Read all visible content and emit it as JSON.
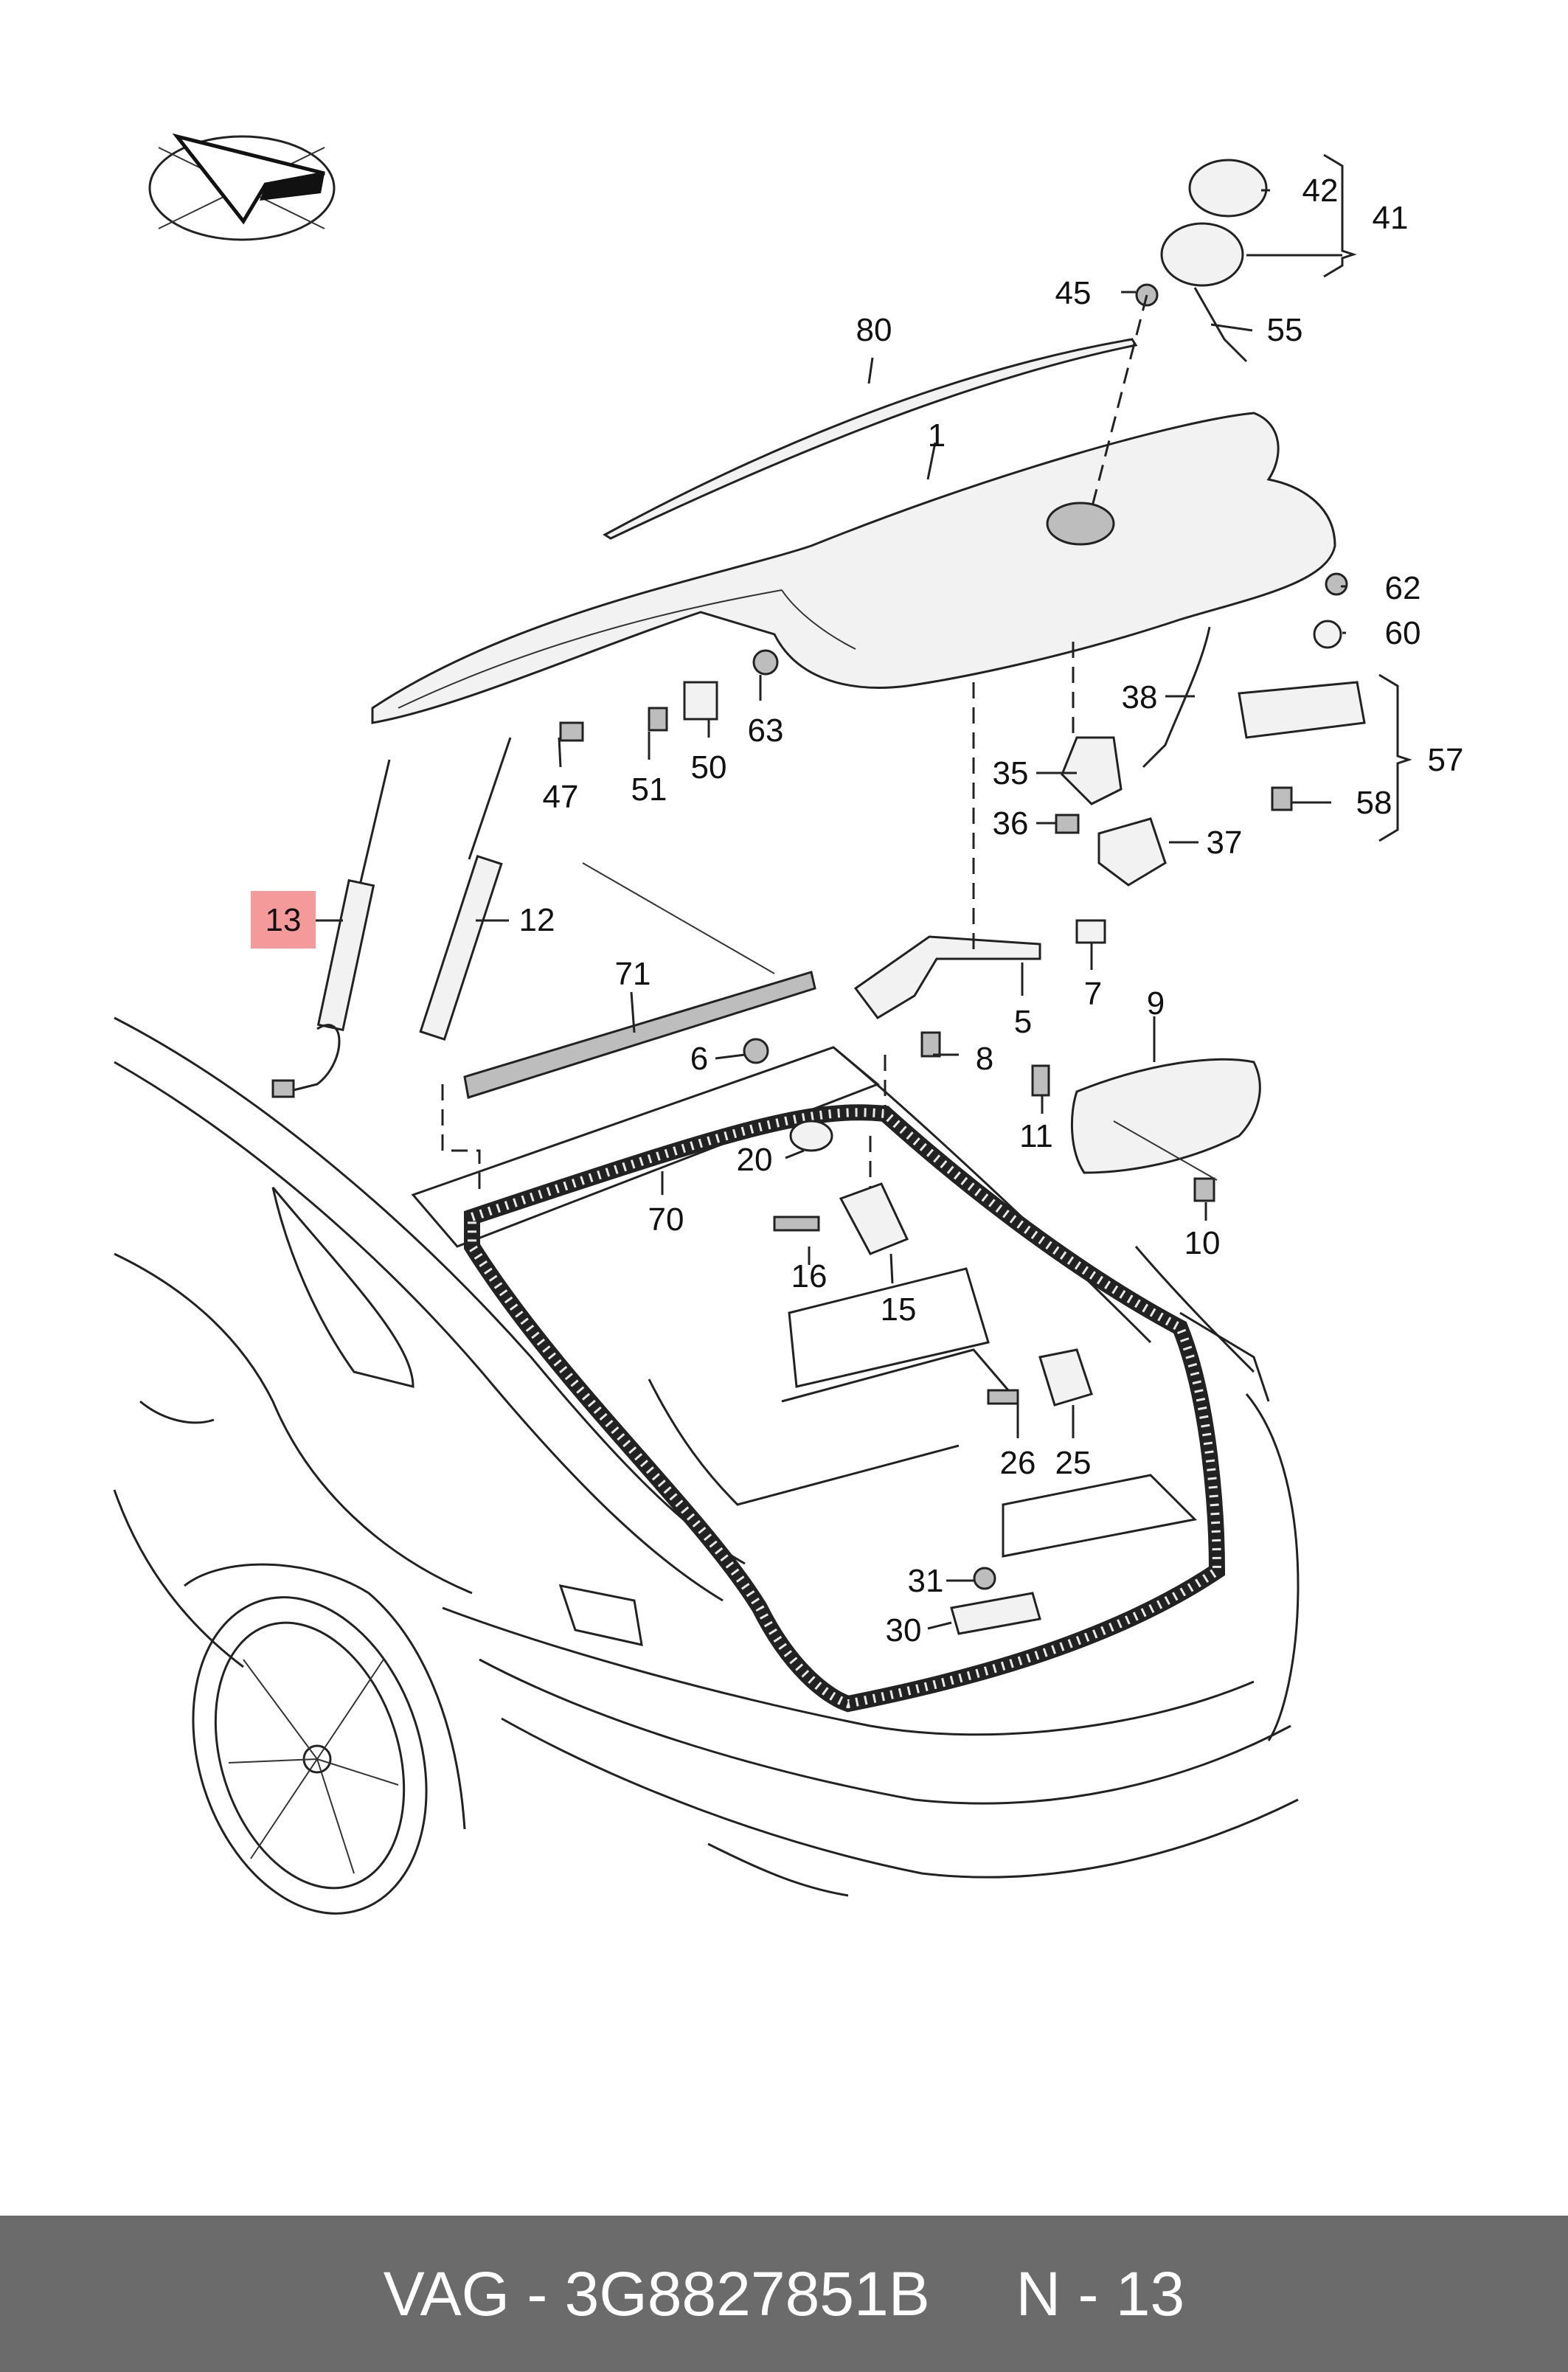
{
  "callouts": [
    {
      "id": "1",
      "label": "1"
    },
    {
      "id": "5",
      "label": "5"
    },
    {
      "id": "6",
      "label": "6"
    },
    {
      "id": "7",
      "label": "7"
    },
    {
      "id": "8",
      "label": "8"
    },
    {
      "id": "9",
      "label": "9"
    },
    {
      "id": "10",
      "label": "10"
    },
    {
      "id": "11",
      "label": "11"
    },
    {
      "id": "12",
      "label": "12"
    },
    {
      "id": "13",
      "label": "13"
    },
    {
      "id": "15",
      "label": "15"
    },
    {
      "id": "16",
      "label": "16"
    },
    {
      "id": "20",
      "label": "20"
    },
    {
      "id": "25",
      "label": "25"
    },
    {
      "id": "26",
      "label": "26"
    },
    {
      "id": "30",
      "label": "30"
    },
    {
      "id": "31",
      "label": "31"
    },
    {
      "id": "35",
      "label": "35"
    },
    {
      "id": "36",
      "label": "36"
    },
    {
      "id": "37",
      "label": "37"
    },
    {
      "id": "38",
      "label": "38"
    },
    {
      "id": "41",
      "label": "41"
    },
    {
      "id": "42",
      "label": "42"
    },
    {
      "id": "45",
      "label": "45"
    },
    {
      "id": "47",
      "label": "47"
    },
    {
      "id": "50",
      "label": "50"
    },
    {
      "id": "51",
      "label": "51"
    },
    {
      "id": "55",
      "label": "55"
    },
    {
      "id": "57",
      "label": "57"
    },
    {
      "id": "58",
      "label": "58"
    },
    {
      "id": "60",
      "label": "60"
    },
    {
      "id": "62",
      "label": "62"
    },
    {
      "id": "63",
      "label": "63"
    },
    {
      "id": "70",
      "label": "70"
    },
    {
      "id": "71",
      "label": "71"
    },
    {
      "id": "80",
      "label": "80"
    }
  ],
  "highlighted_callout": "13",
  "colors": {
    "highlight": "#f59a9a",
    "footer_bg": "#6b6b6b",
    "footer_text": "#ffffff"
  },
  "footer": {
    "brand": "VAG",
    "separator": "-",
    "part_number": "3G8827851B",
    "position": "N - 13"
  },
  "icons": {
    "logo": "paper-plane-logo-icon"
  }
}
